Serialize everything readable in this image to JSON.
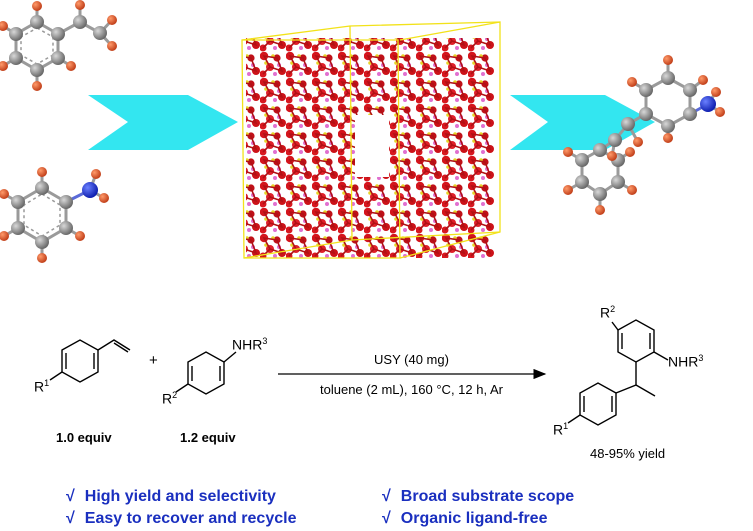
{
  "reagents": {
    "styrene_label": "R",
    "styrene_sup": "1",
    "styrene_equiv": "1.0 equiv",
    "plus": "+",
    "aniline_group": "NHR",
    "aniline_group_sup": "3",
    "aniline_sub": "R",
    "aniline_sub_sup": "2",
    "aniline_equiv": "1.2 equiv"
  },
  "conditions": {
    "catalyst": "USY (40 mg)",
    "details": "toluene (2 mL), 160 °C, 12 h, Ar"
  },
  "product": {
    "r2": "R",
    "r2_sup": "2",
    "nh": "NHR",
    "nh_sup": "3",
    "r1": "R",
    "r1_sup": "1",
    "yield": "48-95% yield"
  },
  "features": [
    {
      "check": "√",
      "text": "High yield and selectivity"
    },
    {
      "check": "√",
      "text": "Broad substrate scope"
    },
    {
      "check": "√",
      "text": "Easy to recover and recycle"
    },
    {
      "check": "√",
      "text": "Organic ligand-free"
    }
  ],
  "colors": {
    "arrow": "#33e6f0",
    "oxygen": "#dd1111",
    "silicon": "#e0d020",
    "aluminum": "#e070d0",
    "carbon": "#8a8a8a",
    "hydrogen": "#e2532a",
    "nitrogen": "#1e2fd8",
    "accent_text": "#1a2fbf"
  }
}
